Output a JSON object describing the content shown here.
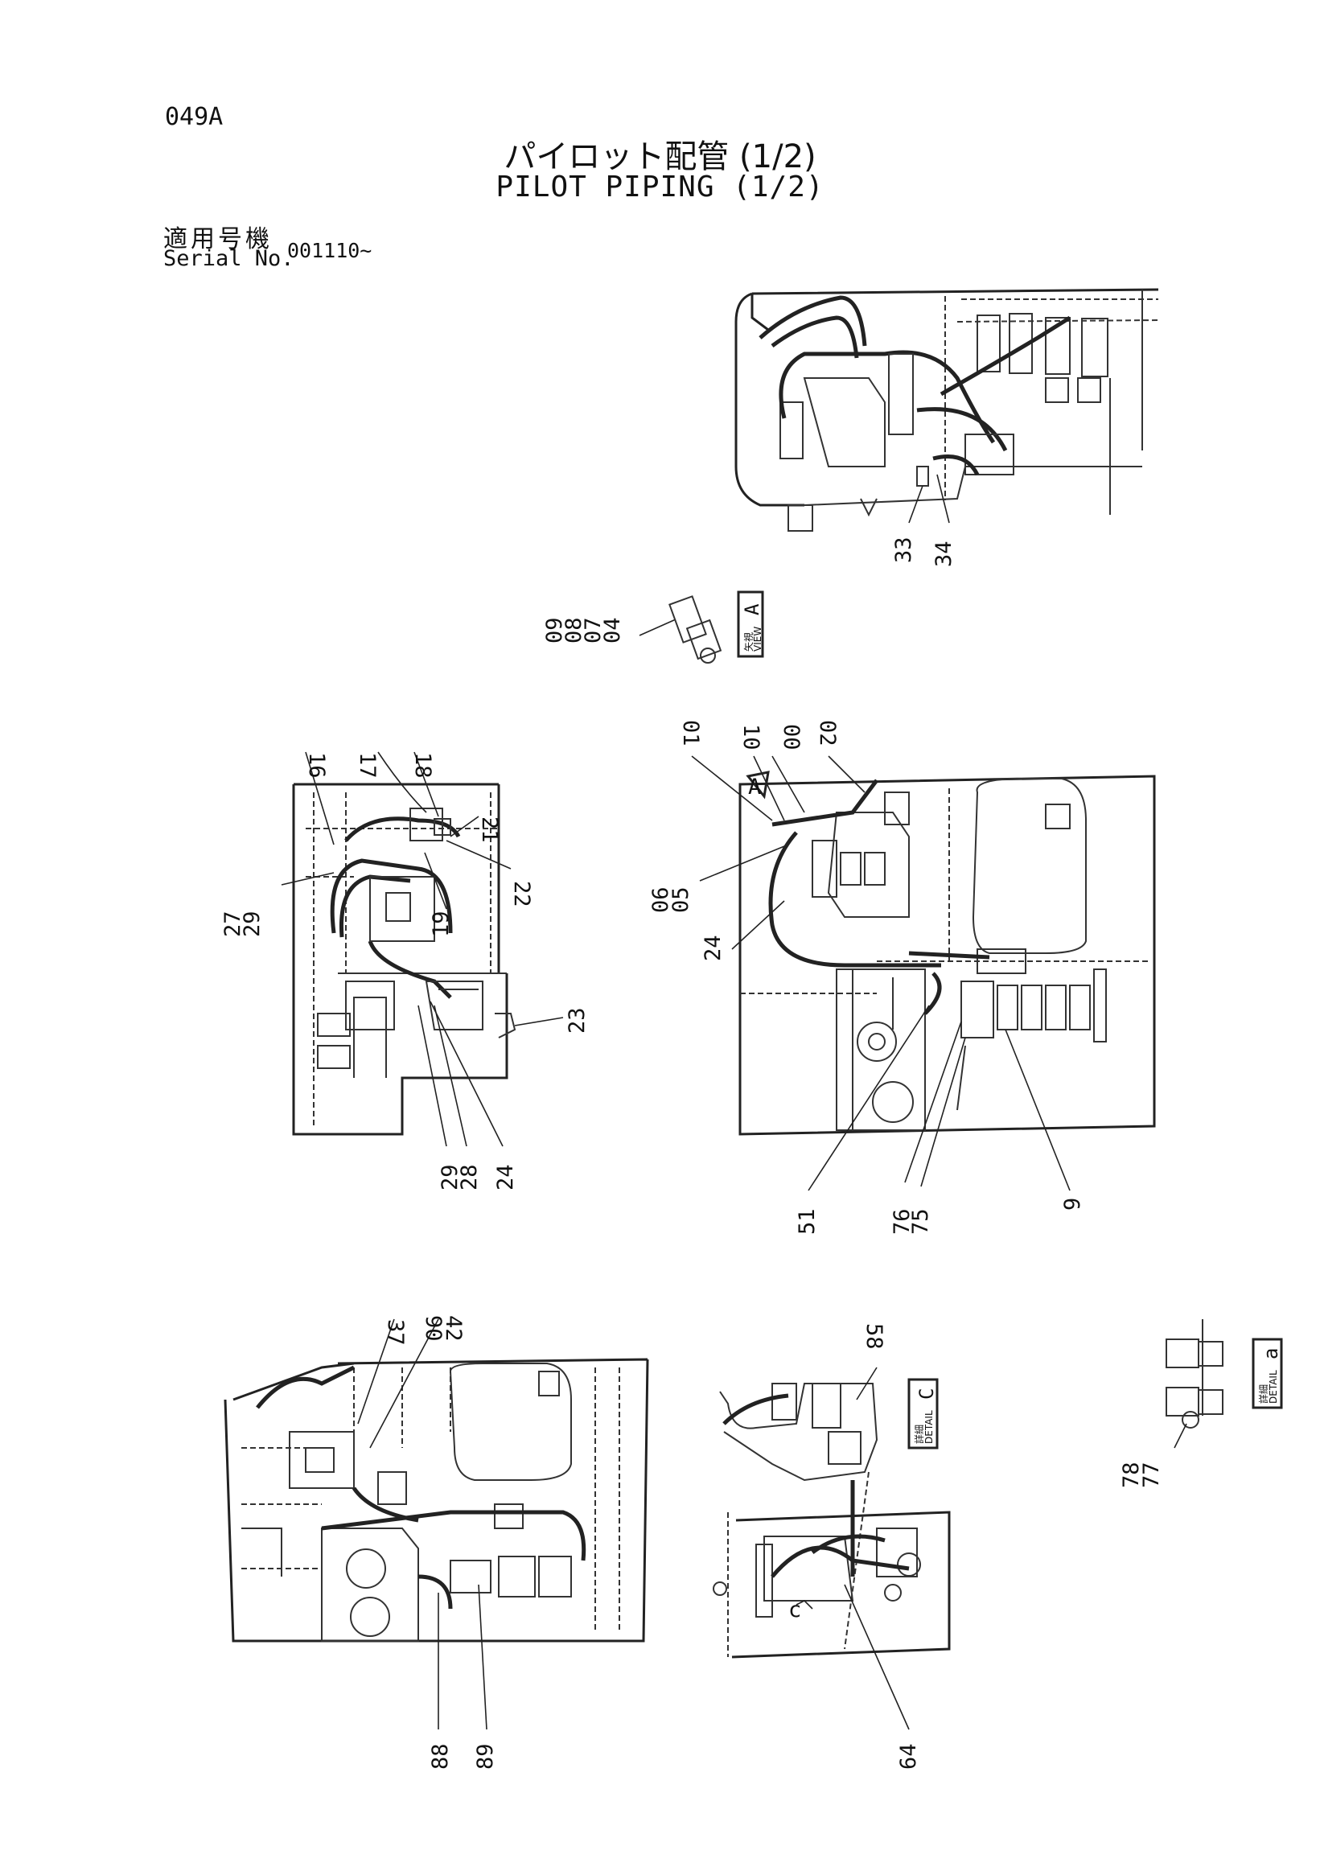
{
  "header": {
    "page_code": "049A",
    "title_jp": "パイロット配管 (1/2)",
    "title_en": "PILOT PIPING (1/2)",
    "serial_label_jp": "適用号機",
    "serial_label_en": "Serial No.",
    "serial_value": "001110~"
  },
  "view_tags": {
    "view_a": {
      "jp": "矢視",
      "en": "VIEW",
      "letter": "A"
    },
    "detail_c": {
      "jp": "詳細",
      "en": "DETAIL",
      "letter": "C"
    },
    "detail_a": {
      "jp": "詳細",
      "en": "DETAIL",
      "letter": "a"
    }
  },
  "part_labels": [
    "33",
    "34",
    "09",
    "08",
    "07",
    "04",
    "16",
    "17",
    "18",
    "21",
    "22",
    "19",
    "27",
    "29",
    "23",
    "29",
    "28",
    "24",
    "01",
    "10",
    "00",
    "02",
    "06",
    "05",
    "24",
    "51",
    "76",
    "75",
    "9",
    "37",
    "90",
    "42",
    "88",
    "89",
    "58",
    "64",
    "c",
    "78",
    "77"
  ],
  "callout_letters": {
    "view_a_arrow": "A"
  }
}
